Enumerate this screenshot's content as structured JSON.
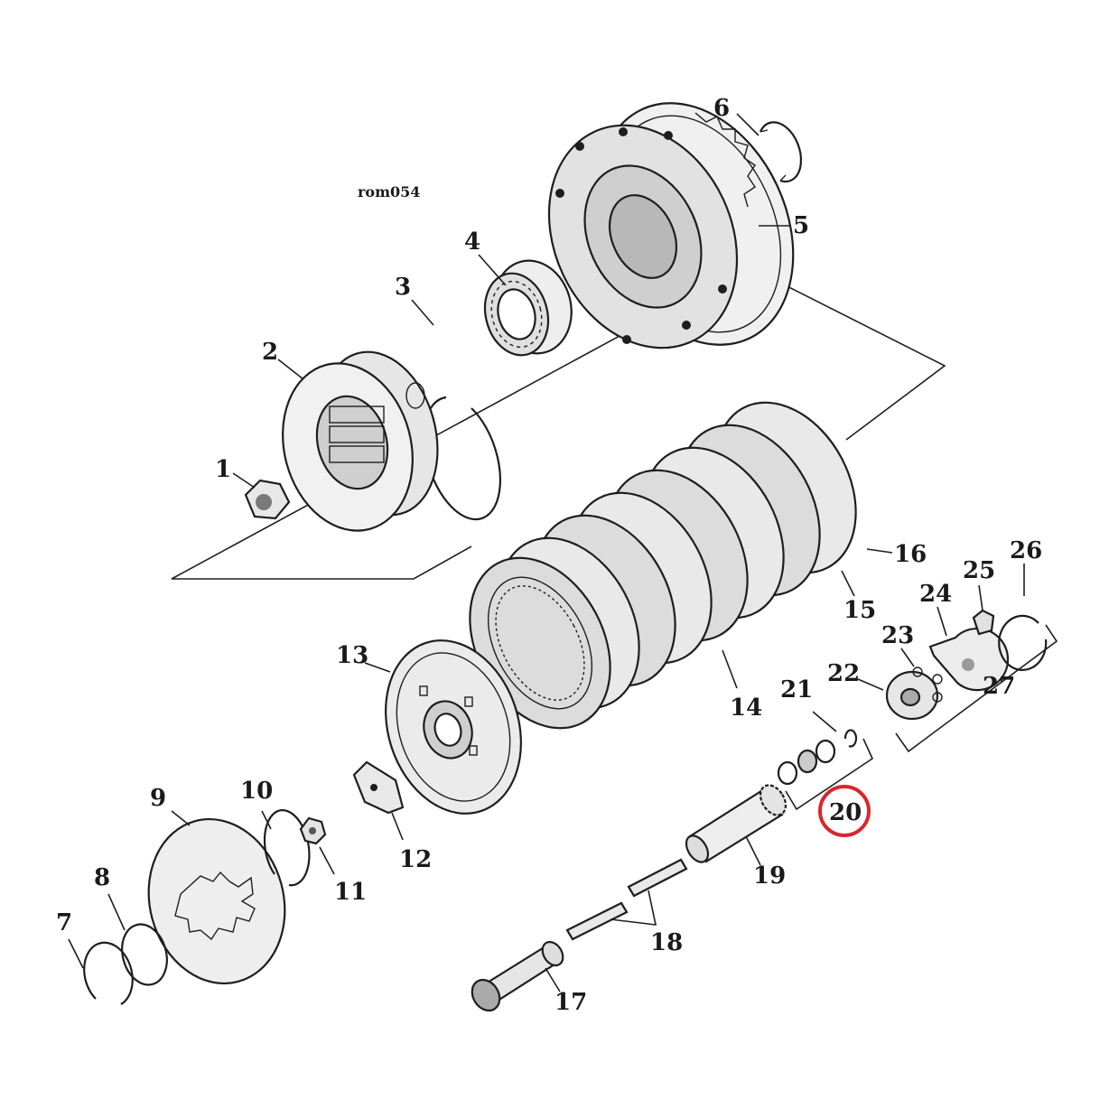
{
  "diagram": {
    "reference_code": "rom054",
    "highlight_color": "#d9262c",
    "highlighted_callout": "20",
    "callouts": [
      "1",
      "2",
      "3",
      "4",
      "5",
      "6",
      "7",
      "8",
      "9",
      "10",
      "11",
      "12",
      "13",
      "14",
      "15",
      "16",
      "17",
      "18",
      "19",
      "20",
      "21",
      "22",
      "23",
      "24",
      "25",
      "26",
      "27"
    ]
  }
}
